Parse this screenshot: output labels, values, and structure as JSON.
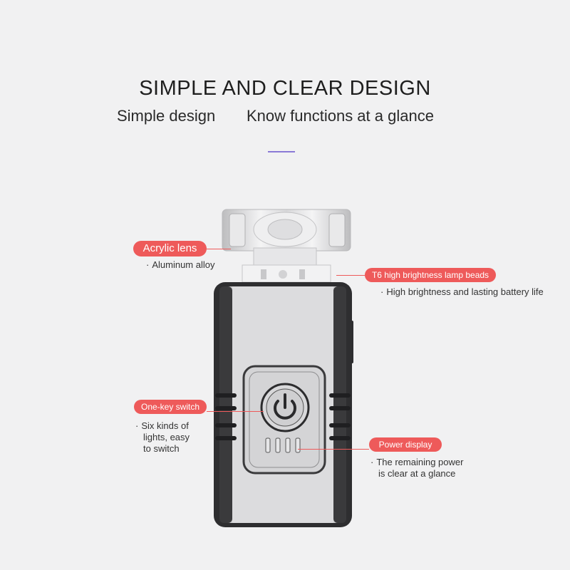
{
  "header": {
    "title": "SIMPLE AND CLEAR DESIGN",
    "subtitle_left": "Simple design",
    "subtitle_right": "Know functions at a glance"
  },
  "callouts": {
    "lens": {
      "label": "Acrylic lens",
      "note": "Aluminum alloy"
    },
    "beads": {
      "label": "T6 high brightness lamp beads",
      "note": "High brightness and lasting battery life"
    },
    "switch": {
      "label": "One-key switch",
      "note_lines": [
        "Six kinds of",
        "lights, easy",
        "to switch"
      ]
    },
    "power": {
      "label": "Power display",
      "note_lines": [
        "The remaining power",
        "is clear at a glance"
      ]
    }
  },
  "bullet": "·",
  "colors": {
    "background": "#f1f1f2",
    "tag": "#ee5a5a",
    "accent_line": "#8a7ad6",
    "device_body": "#d9d9db",
    "device_outline": "#2e2e30"
  },
  "icons": [
    "power-icon"
  ]
}
